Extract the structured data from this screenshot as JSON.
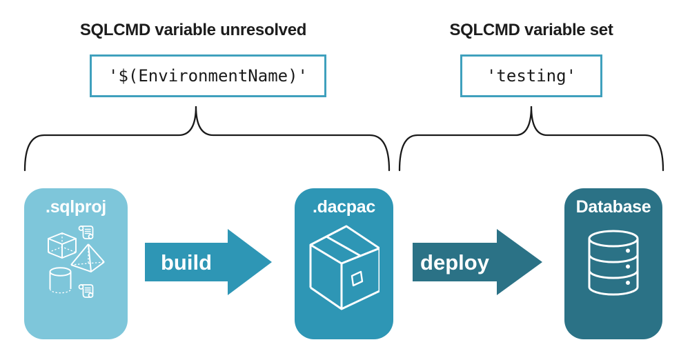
{
  "annotations": {
    "left": {
      "title": "SQLCMD variable unresolved",
      "code": "'$(EnvironmentName)'"
    },
    "right": {
      "title": "SQLCMD variable set",
      "code": "'testing'"
    }
  },
  "pipeline": {
    "nodes": [
      {
        "id": "sqlproj",
        "label": ".sqlproj",
        "icons": [
          "scroll-icon",
          "cube-icon",
          "pyramid-icon",
          "cylinder-icon",
          "scroll-icon"
        ]
      },
      {
        "id": "dacpac",
        "label": ".dacpac",
        "icons": [
          "package-icon"
        ]
      },
      {
        "id": "database",
        "label": "Database",
        "icons": [
          "database-icon"
        ]
      }
    ],
    "arrows": [
      {
        "id": "build",
        "label": "build"
      },
      {
        "id": "deploy",
        "label": "deploy"
      }
    ]
  },
  "colors": {
    "heading_text": "#1c1c1c",
    "code_box_border": "#3fa0bd",
    "code_text": "#1a1a1a",
    "brace_stroke": "#1a1a1a",
    "sqlproj_fill": "#7ec6da",
    "dacpac_fill": "#2e96b5",
    "database_fill": "#2b7286",
    "build_arrow_fill": "#2e96b5",
    "deploy_arrow_fill": "#2b7286",
    "node_label_text": "#ffffff",
    "icon_stroke": "#ffffff"
  }
}
